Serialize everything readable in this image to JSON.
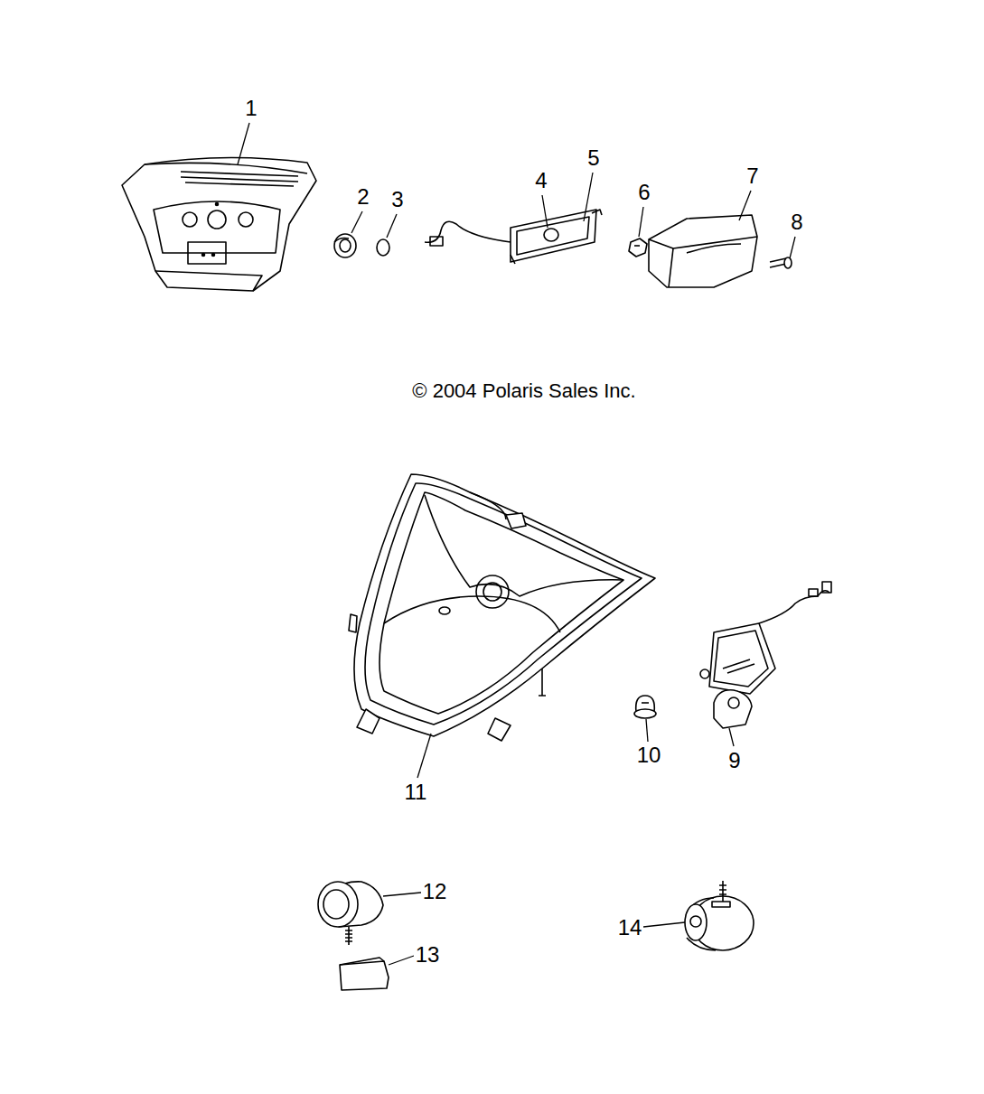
{
  "diagram": {
    "labels": [
      "1",
      "2",
      "3",
      "4",
      "5",
      "6",
      "7",
      "8",
      "© 2004 Polaris Sales Inc.",
      "11",
      "10",
      "9",
      "12",
      "13",
      "14"
    ]
  }
}
